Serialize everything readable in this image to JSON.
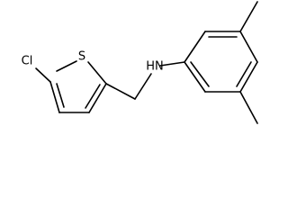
{
  "molecule": {
    "atoms": {
      "cl": "Cl",
      "s": "S",
      "nh": "HN"
    },
    "colors": {
      "bond": "#000000",
      "label": "#000000",
      "background": "#ffffff"
    }
  }
}
